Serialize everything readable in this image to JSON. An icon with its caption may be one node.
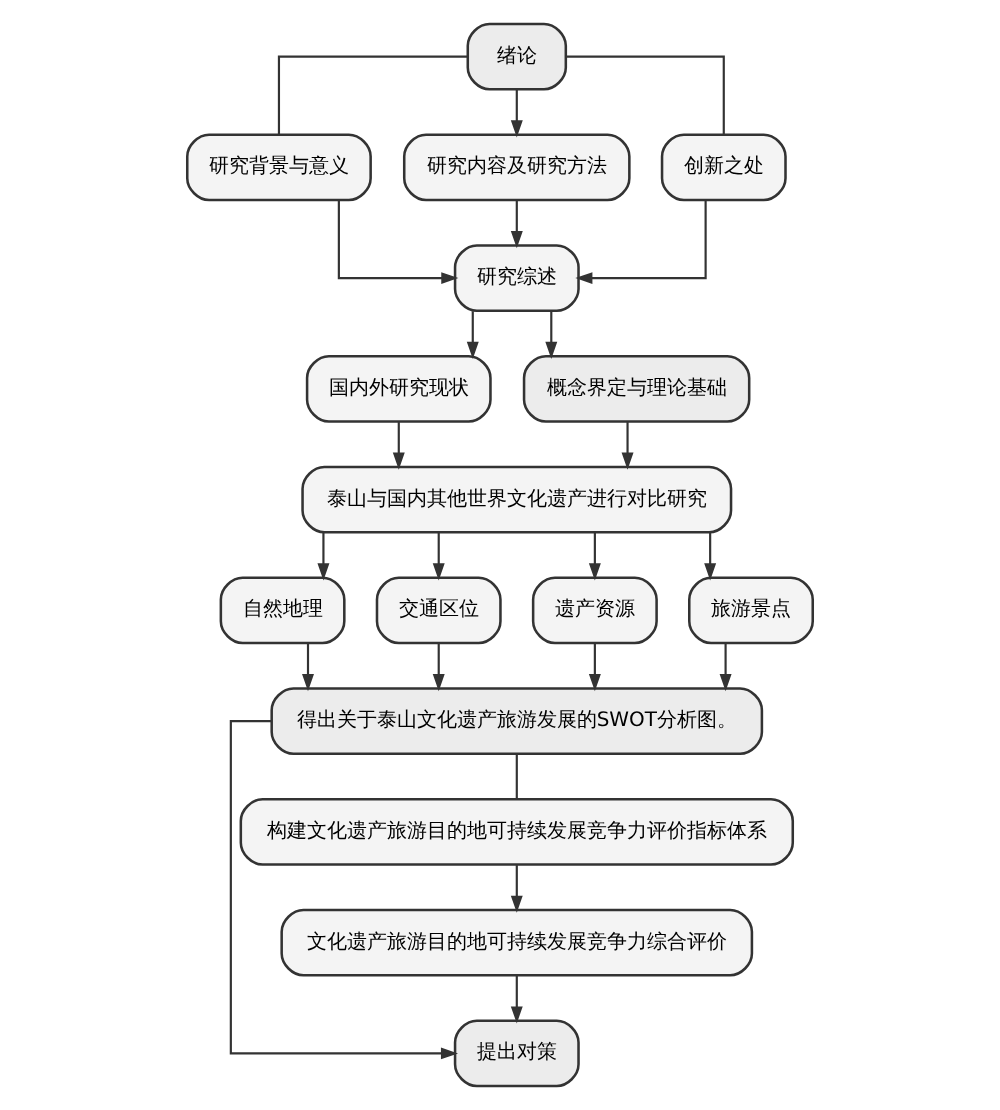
{
  "diagram": {
    "nodes": [
      {
        "text": [
          "绪论"
        ]
      },
      {
        "text": [
          "研究背景与意义"
        ]
      },
      {
        "text": [
          "研究内容及研究方法"
        ]
      },
      {
        "text": [
          "创新之处"
        ]
      },
      {
        "text": [
          "研究综述"
        ]
      },
      {
        "text": [
          "国内外研究现状"
        ]
      },
      {
        "text": [
          "概念界定与理论基础"
        ]
      },
      {
        "text": [
          "泰山与国内其他世界文化遗产进行对比研究"
        ]
      },
      {
        "text": [
          "自然地理"
        ]
      },
      {
        "text": [
          "交通区位"
        ]
      },
      {
        "text": [
          "遗产资源"
        ]
      },
      {
        "text": [
          "旅游景点"
        ]
      },
      {
        "text": [
          "得出关于泰山文化遗产旅游发展的SWOT分析图。"
        ]
      },
      {
        "text": [
          "构建文化遗产旅游目的地可持续发展竞争力评价指标体系"
        ]
      },
      {
        "text": [
          "文化遗产旅游目的地可持续发展竞争力综合评价"
        ]
      },
      {
        "text": [
          "提出对策"
        ]
      }
    ],
    "edges": [
      {
        "from": 0,
        "to": 1,
        "arrow": "none"
      },
      {
        "from": 0,
        "to": 2,
        "arrow": "to"
      },
      {
        "from": 0,
        "to": 3,
        "arrow": "none"
      },
      {
        "from": 1,
        "to": 4,
        "arrow": "to"
      },
      {
        "from": 2,
        "to": 4,
        "arrow": "to"
      },
      {
        "from": 3,
        "to": 4,
        "arrow": "to"
      },
      {
        "from": 4,
        "to": 5,
        "arrow": "to"
      },
      {
        "from": 4,
        "to": 6,
        "arrow": "to"
      },
      {
        "from": 5,
        "to": 7,
        "arrow": "to"
      },
      {
        "from": 6,
        "to": 7,
        "arrow": "to"
      },
      {
        "from": 7,
        "to": 8,
        "arrow": "to"
      },
      {
        "from": 7,
        "to": 9,
        "arrow": "to"
      },
      {
        "from": 7,
        "to": 10,
        "arrow": "to"
      },
      {
        "from": 7,
        "to": 11,
        "arrow": "to"
      },
      {
        "from": 8,
        "to": 12,
        "arrow": "to"
      },
      {
        "from": 9,
        "to": 12,
        "arrow": "to"
      },
      {
        "from": 10,
        "to": 12,
        "arrow": "to"
      },
      {
        "from": 11,
        "to": 12,
        "arrow": "to"
      },
      {
        "from": 12,
        "to": 13,
        "arrow": "none"
      },
      {
        "from": 13,
        "to": 14,
        "arrow": "to"
      },
      {
        "from": 14,
        "to": 15,
        "arrow": "to"
      },
      {
        "from": 12,
        "to": 15,
        "arrow": "to"
      }
    ]
  }
}
